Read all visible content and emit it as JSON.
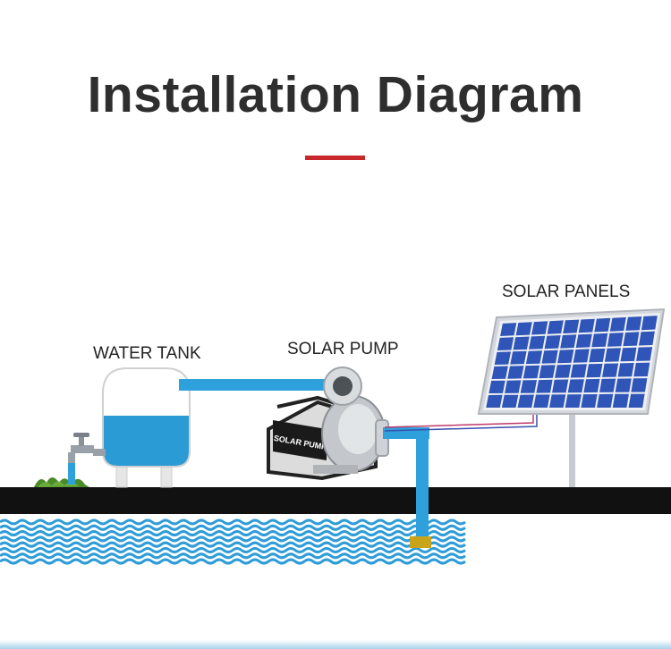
{
  "title": "Installation Diagram",
  "labels": {
    "water_tank": "WATER TANK",
    "solar_pump": "SOLAR PUMP",
    "solar_panels": "SOLAR PANELS"
  },
  "pump_casing_text": "SOLAR PUMP",
  "colors": {
    "title_text": "#2e2e2e",
    "accent": "#c8282a",
    "water": "#2b9bd6",
    "pipe": "#2ea1dc",
    "ground": "#111111",
    "grass": "#4a8b2a",
    "panel_cell": "#2f55b8",
    "panel_frame": "#c9ccd2",
    "wave": "#2e9cd8",
    "bottom_strip": "#a9d3ec"
  },
  "icons": {
    "tank": "water-tank-icon",
    "pump": "solar-pump-icon",
    "panels": "solar-panel-icon",
    "tap": "faucet-icon",
    "strainer": "foot-valve-icon"
  }
}
